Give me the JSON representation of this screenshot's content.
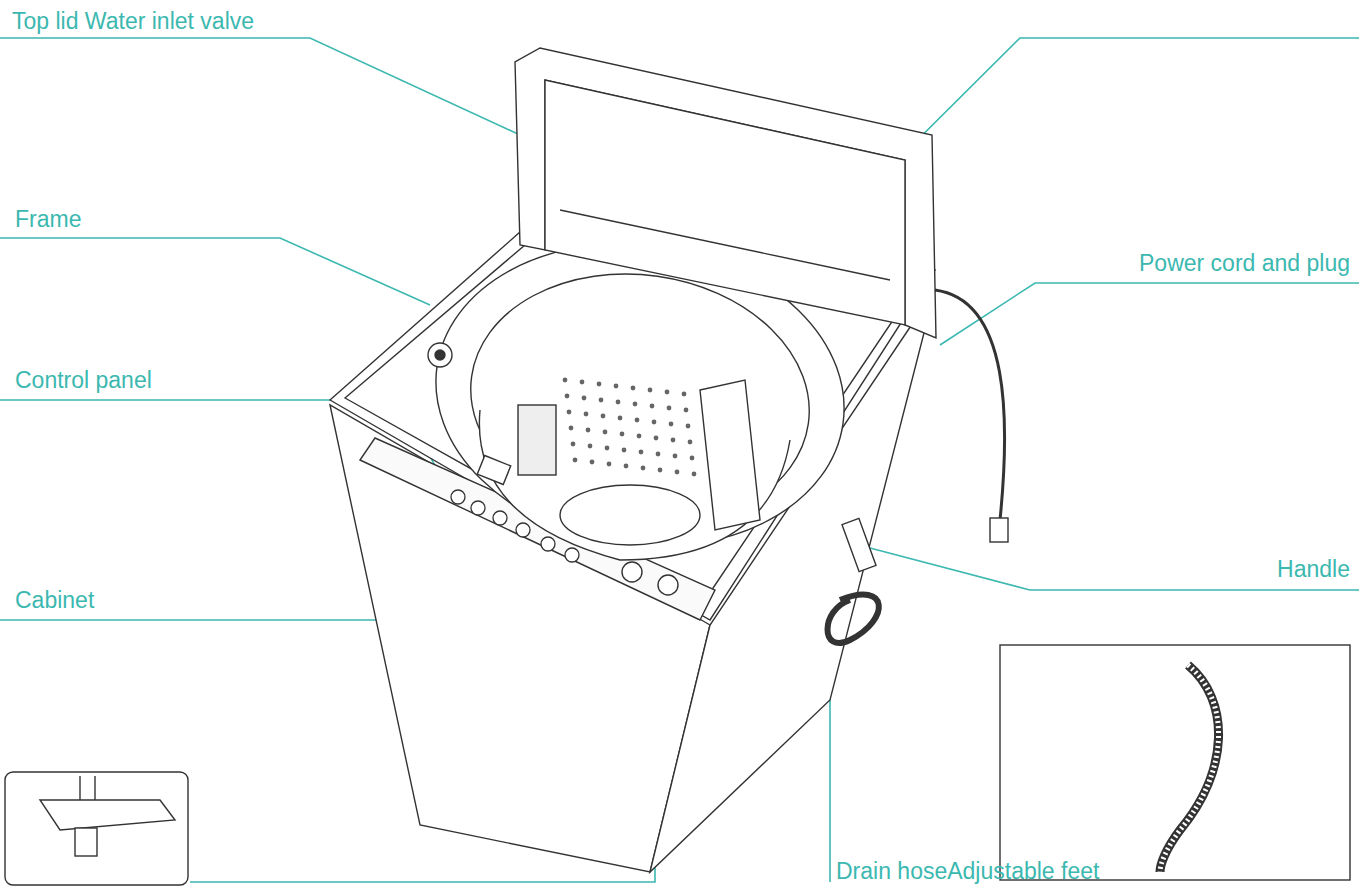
{
  "diagram": {
    "labels": [
      "Top lid Water inlet valve",
      "Frame",
      "Control panel",
      "Cabinet",
      "Power cord and plug",
      "Handle",
      "Drain hoseAdjustable feet"
    ]
  }
}
